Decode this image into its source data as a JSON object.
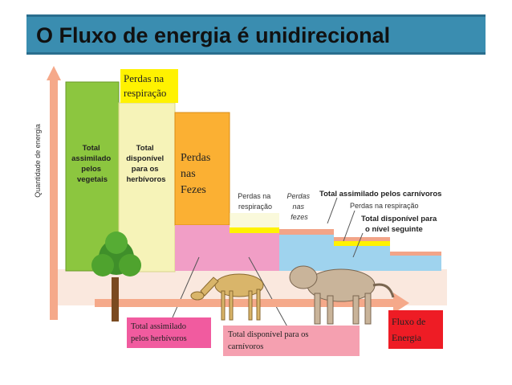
{
  "title": "O Fluxo de energia é unidirecional",
  "y_axis_label": "Quantidade de energia",
  "labels": {
    "perdas_respiracao_top": [
      "Perdas na",
      "respiração"
    ],
    "total_assimilado_vegetais": [
      "Total",
      "assimilado",
      "pelos",
      "vegetais"
    ],
    "total_disponivel_herbivoros": [
      "Total",
      "disponível",
      "para os",
      "herbívoros"
    ],
    "perdas_fezes_big": [
      "Perdas",
      "nas",
      "Fezes"
    ],
    "perdas_respiracao_mid": [
      "Perdas na",
      "respiração"
    ],
    "perdas_fezes_small": [
      "Perdas",
      "nas",
      "fezes"
    ],
    "total_assimilado_carnivoros": "Total assimilado pelos carnívoros",
    "perdas_respiracao_right": "Perdas na respiração",
    "total_disponivel_nivel": [
      "Total disponível para",
      "o nível seguinte"
    ],
    "total_assimilado_herbivoros": [
      "Total assimilado",
      "pelos herbívoros"
    ],
    "total_disponivel_carnivoros": [
      "Total disponível para os",
      "carnívoros"
    ],
    "fluxo_energia": [
      "Fluxo de",
      "Energia"
    ]
  },
  "colors": {
    "title_bar": "#3a8db0",
    "green": "#8cc63f",
    "light_yellow": "#f6f3b8",
    "orange": "#fbb033",
    "pink": "#f19ec6",
    "blue": "#9fd3ee",
    "salmon": "#f2a488",
    "yellow": "#fff200",
    "red": "#ee1c25"
  }
}
